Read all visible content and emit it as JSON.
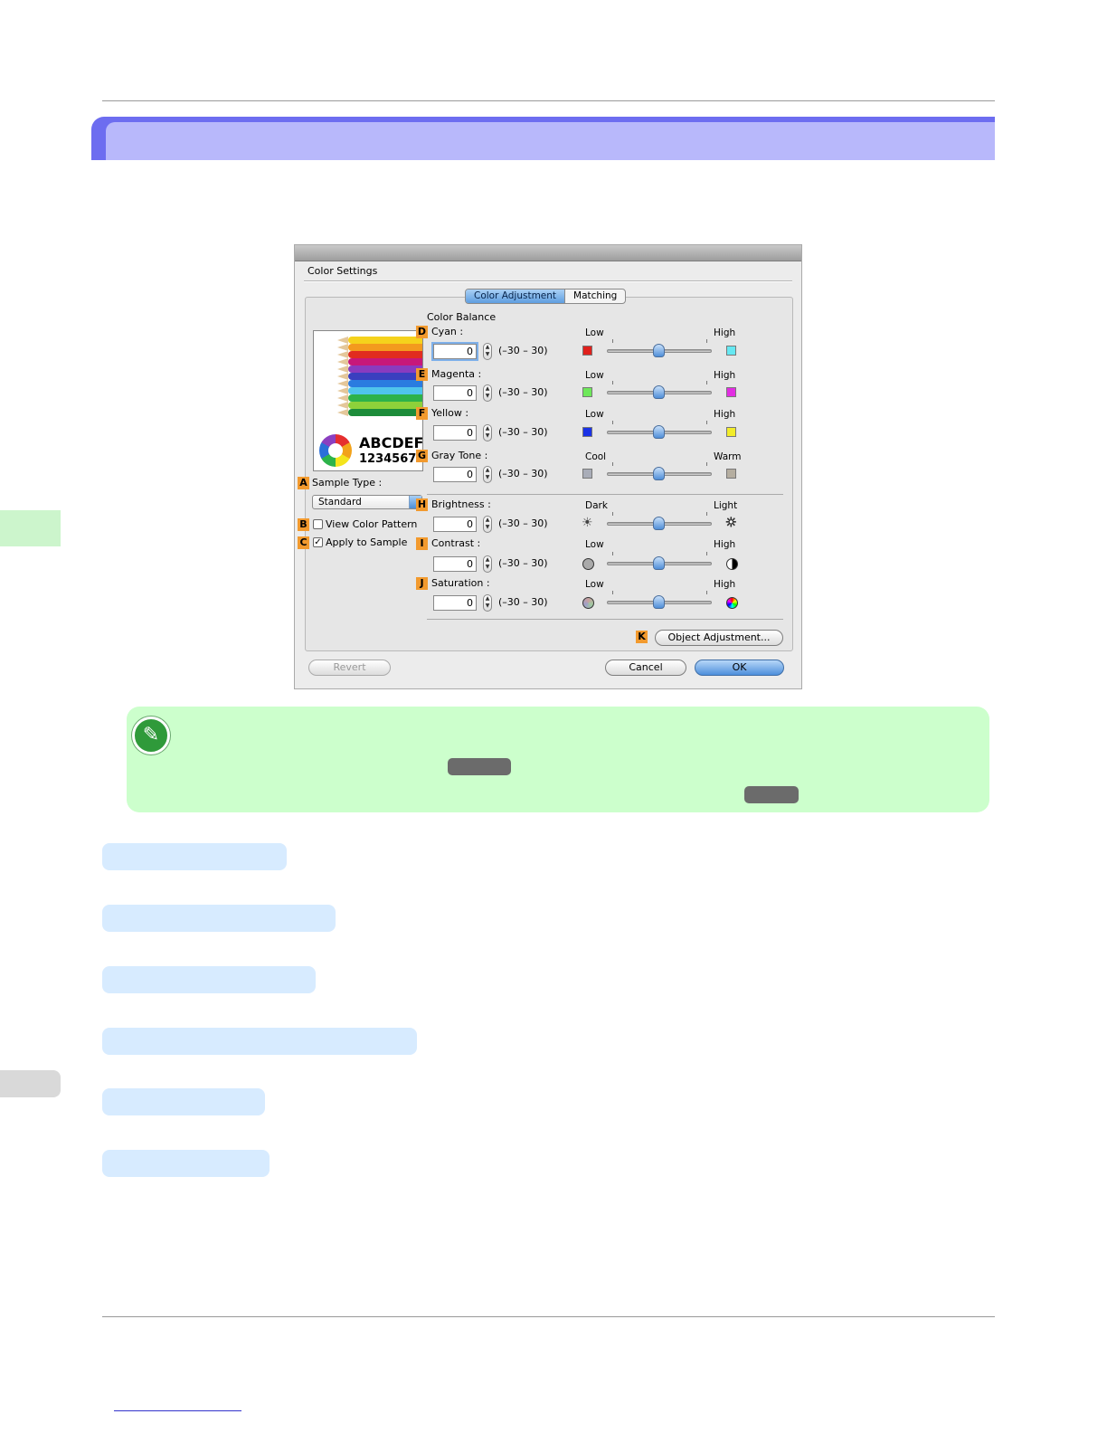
{
  "dialog": {
    "title": "Color Settings",
    "tabs": [
      {
        "label": "Color Adjustment",
        "active": true
      },
      {
        "label": "Matching",
        "active": false
      }
    ],
    "preview": {
      "line1": "ABCDEF",
      "line2": "1234567"
    },
    "sample_type": {
      "badge": "A",
      "label": "Sample Type :",
      "value": "Standard"
    },
    "view_color_pattern": {
      "badge": "B",
      "label": "View Color Pattern",
      "checked": false
    },
    "apply_to_sample": {
      "badge": "C",
      "label": "Apply to Sample",
      "checked": true
    },
    "color_balance_label": "Color Balance",
    "range_text": "(–30 – 30)",
    "adjustments": [
      {
        "badge": "D",
        "label": "Cyan :",
        "value": "0",
        "low": "Low",
        "high": "High",
        "low_color": "#e0201c",
        "high_color": "#66e8f2",
        "level": 0
      },
      {
        "badge": "E",
        "label": "Magenta :",
        "value": "0",
        "low": "Low",
        "high": "High",
        "low_color": "#6ee85a",
        "high_color": "#e22ee2",
        "level": 0
      },
      {
        "badge": "F",
        "label": "Yellow :",
        "value": "0",
        "low": "Low",
        "high": "High",
        "low_color": "#1a32e6",
        "high_color": "#f2ec2a",
        "level": 0
      },
      {
        "badge": "G",
        "label": "Gray Tone :",
        "value": "0",
        "low": "Cool",
        "high": "Warm",
        "low_color": "#a9adb8",
        "high_color": "#b5aea0",
        "level": 0
      },
      {
        "badge": "H",
        "label": "Brightness :",
        "value": "0",
        "low": "Dark",
        "high": "Light",
        "level": 0
      },
      {
        "badge": "I",
        "label": "Contrast :",
        "value": "0",
        "low": "Low",
        "high": "High",
        "level": 0
      },
      {
        "badge": "J",
        "label": "Saturation :",
        "value": "0",
        "low": "Low",
        "high": "High",
        "level": 0
      }
    ],
    "object_adjustment": {
      "badge": "K",
      "label": "Object Adjustment..."
    },
    "buttons": {
      "revert": "Revert",
      "cancel": "Cancel",
      "ok": "OK"
    }
  },
  "colors": {
    "accent_badge": "#f29a2e",
    "note_bg": "#ccffcc",
    "banner": "#b8b8fb"
  }
}
